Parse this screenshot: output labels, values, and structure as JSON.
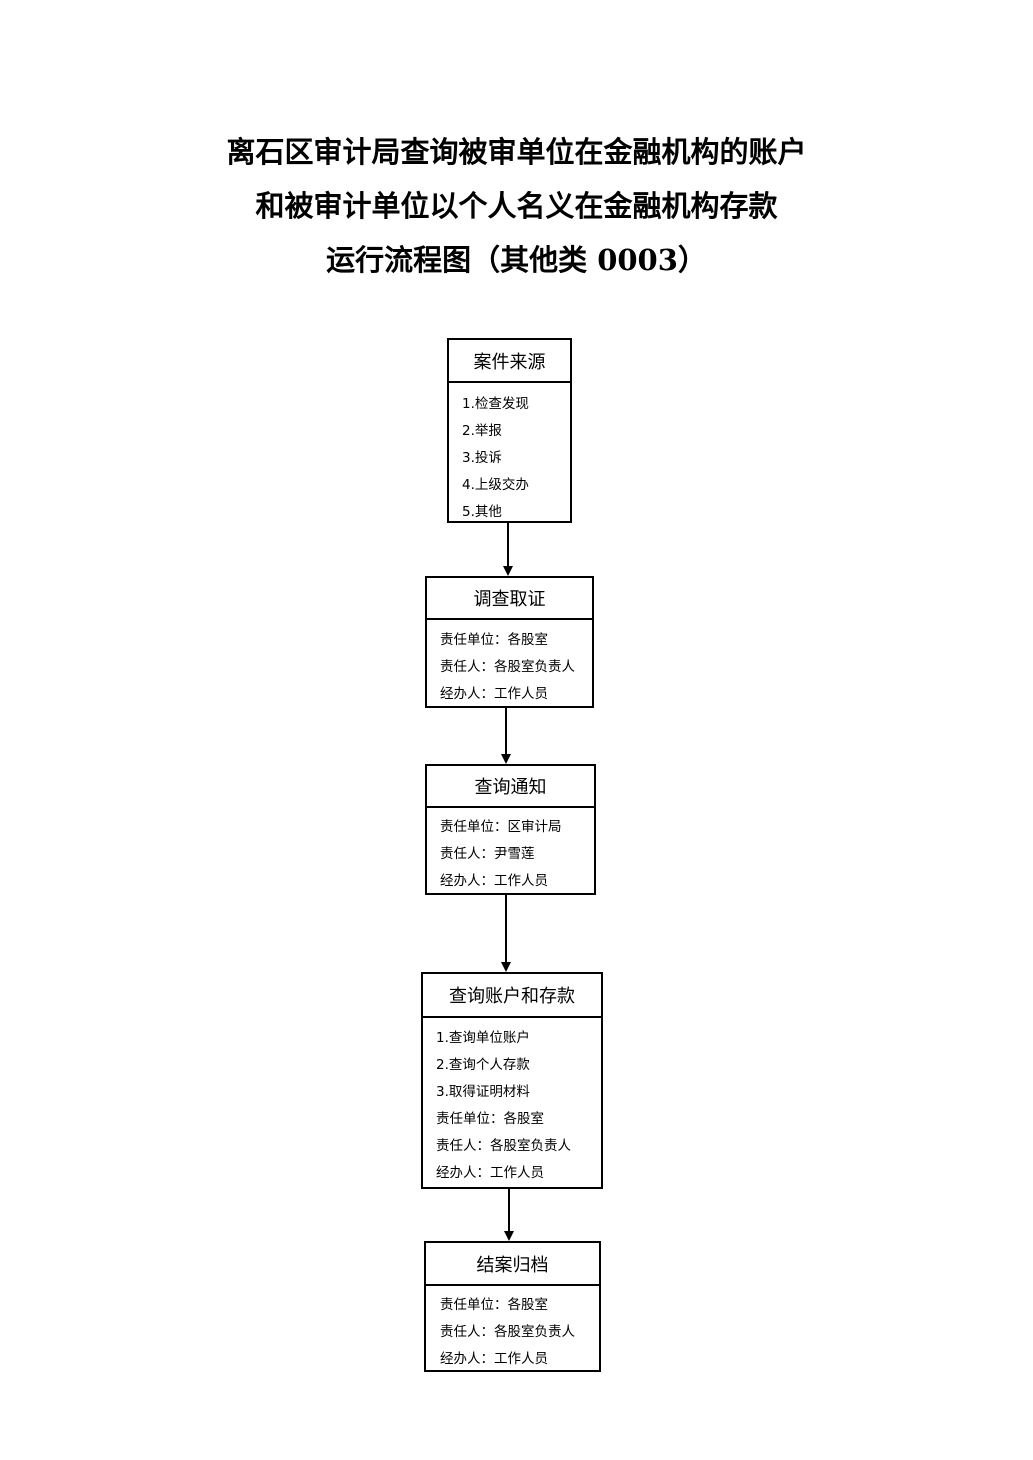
{
  "title": {
    "line1": "离石区审计局查询被审单位在金融机构的账户",
    "line2": "和被审计单位以个人名义在金融机构存款",
    "line3": "运行流程图（其他类 0003）"
  },
  "boxes": [
    {
      "header": "案件来源",
      "lines": [
        "1.检查发现",
        "2.举报",
        "3.投诉",
        "4.上级交办",
        "5.其他"
      ]
    },
    {
      "header": "调查取证",
      "lines": [
        "责任单位：各股室",
        "责任人：各股室负责人",
        "经办人：工作人员"
      ]
    },
    {
      "header": "查询通知",
      "lines": [
        "责任单位：区审计局",
        "责任人：尹雪莲",
        "经办人：工作人员"
      ]
    },
    {
      "header": "查询账户和存款",
      "lines": [
        "1.查询单位账户",
        "2.查询个人存款",
        "3.取得证明材料",
        "责任单位：各股室",
        "责任人：各股室负责人",
        "经办人：工作人员"
      ]
    },
    {
      "header": "结案归档",
      "lines": [
        "责任单位：各股室",
        "责任人：各股室负责人",
        "经办人：工作人员"
      ]
    }
  ]
}
